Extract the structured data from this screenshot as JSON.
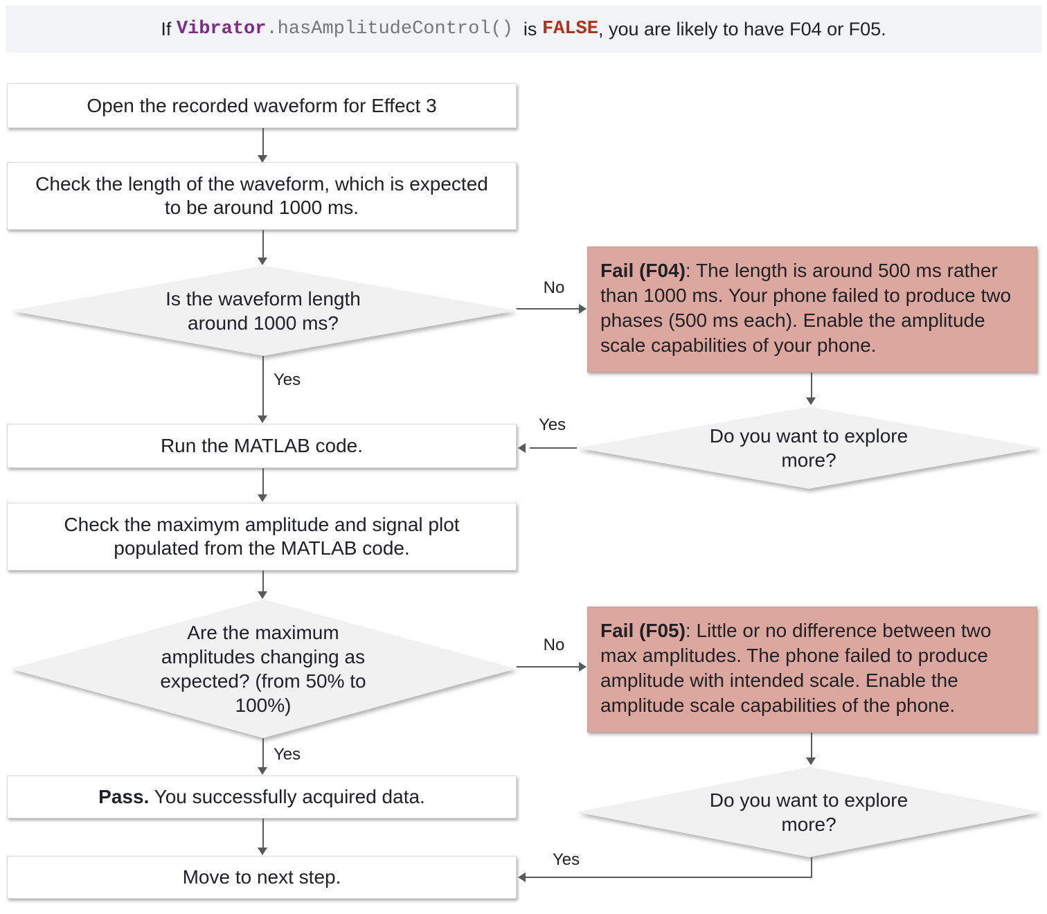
{
  "banner": {
    "text_if": "If ",
    "code_class": "Vibrator",
    "code_method": ".hasAmplitudeControl()",
    "text_is": "  is ",
    "code_value": "FALSE",
    "text_rest": ", you are likely to have F04 or F05."
  },
  "nodes": {
    "open_waveform": {
      "text": "Open the recorded waveform for Effect 3"
    },
    "check_length": {
      "text": "Check the length of the waveform, which is expected to be around 1000 ms."
    },
    "length_decision": {
      "text": "Is the waveform length around 1000 ms?"
    },
    "fail_f04": {
      "bold": "Fail (F04)",
      "text": ": The length is around 500 ms rather than 1000 ms. Your phone failed to produce two phases (500 ms each). Enable the amplitude scale capabilities of your phone."
    },
    "explore_1": {
      "text": "Do you want to explore more?"
    },
    "run_matlab": {
      "text": "Run the MATLAB code."
    },
    "check_amplitude": {
      "text": "Check the maximym amplitude and signal plot populated from the MATLAB code."
    },
    "amplitude_decision": {
      "text": "Are the maximum amplitudes changing as expected? (from 50% to 100%)"
    },
    "fail_f05": {
      "bold": "Fail (F05)",
      "text": ": Little or no difference between two max amplitudes. The phone failed to produce amplitude with intended scale. Enable the amplitude scale capabilities of the phone."
    },
    "explore_2": {
      "text": "Do you want to explore more?"
    },
    "pass": {
      "bold": "Pass.",
      "text": " You successfully acquired data."
    },
    "move_next": {
      "text": "Move to next step."
    }
  },
  "edges": {
    "length_no": "No",
    "length_yes": "Yes",
    "explore1_yes": "Yes",
    "amplitude_no": "No",
    "amplitude_yes": "Yes",
    "explore2_yes": "Yes"
  },
  "colors": {
    "banner_bg": "#f1f3f4",
    "node_bg": "#ffffff",
    "decision_bg": "#f1f1f1",
    "fail_bg": "#dca79e",
    "code_class": "#7b2d87",
    "code_method": "#777777",
    "code_value": "#b2301f",
    "connector": "#58595b",
    "text": "#202124"
  }
}
